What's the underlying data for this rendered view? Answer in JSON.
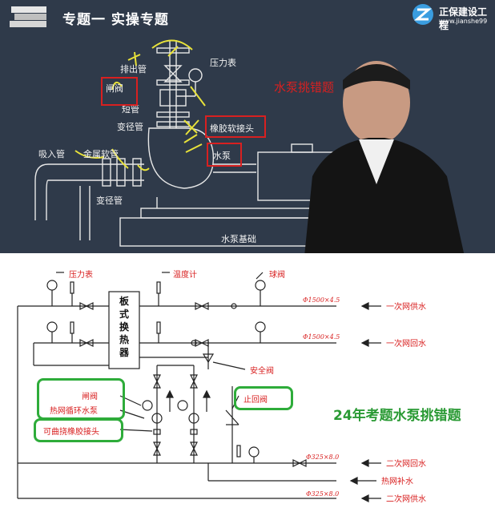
{
  "header": {
    "title": "专题一   实操专题",
    "logo_name": "正保建设工程",
    "logo_url": "www.jianshe99"
  },
  "top_slide": {
    "caption": "水泵挑错题",
    "labels": {
      "outlet_pipe": "排出管",
      "pressure_gauge": "压力表",
      "valve": "闸阀",
      "short_pipe": "短管",
      "reducer_top": "变径管",
      "rubber_joint": "橡胶软接头",
      "pump": "水泵",
      "inlet_pipe": "吸入管",
      "metal_hose": "金属软管",
      "reducer_bottom": "变径管",
      "foundation": "水泵基础"
    }
  },
  "bottom_slide": {
    "caption": "24年考题水泵挑错题",
    "labels": {
      "pressure_gauge": "压力表",
      "thermometer": "温度计",
      "ball_valve": "球阀",
      "heat_exchanger": "板式换热器",
      "safety_valve": "安全阀",
      "gate_valve": "闸阀",
      "circ_pump": "热网循环水泵",
      "flex_joint": "可曲挠橡胶接头",
      "check_valve": "止回阀",
      "primary_supply": "一次网供水",
      "primary_return": "一次网回水",
      "secondary_return": "二次网回水",
      "makeup_water": "热网补水",
      "secondary_supply": "二次网供水",
      "pipe_primary_supply": "Φ1500×4.5",
      "pipe_primary_return": "Φ1500×4.5",
      "pipe_secondary_return": "Φ325×8.0",
      "pipe_secondary_supply": "Φ325×8.0"
    }
  }
}
